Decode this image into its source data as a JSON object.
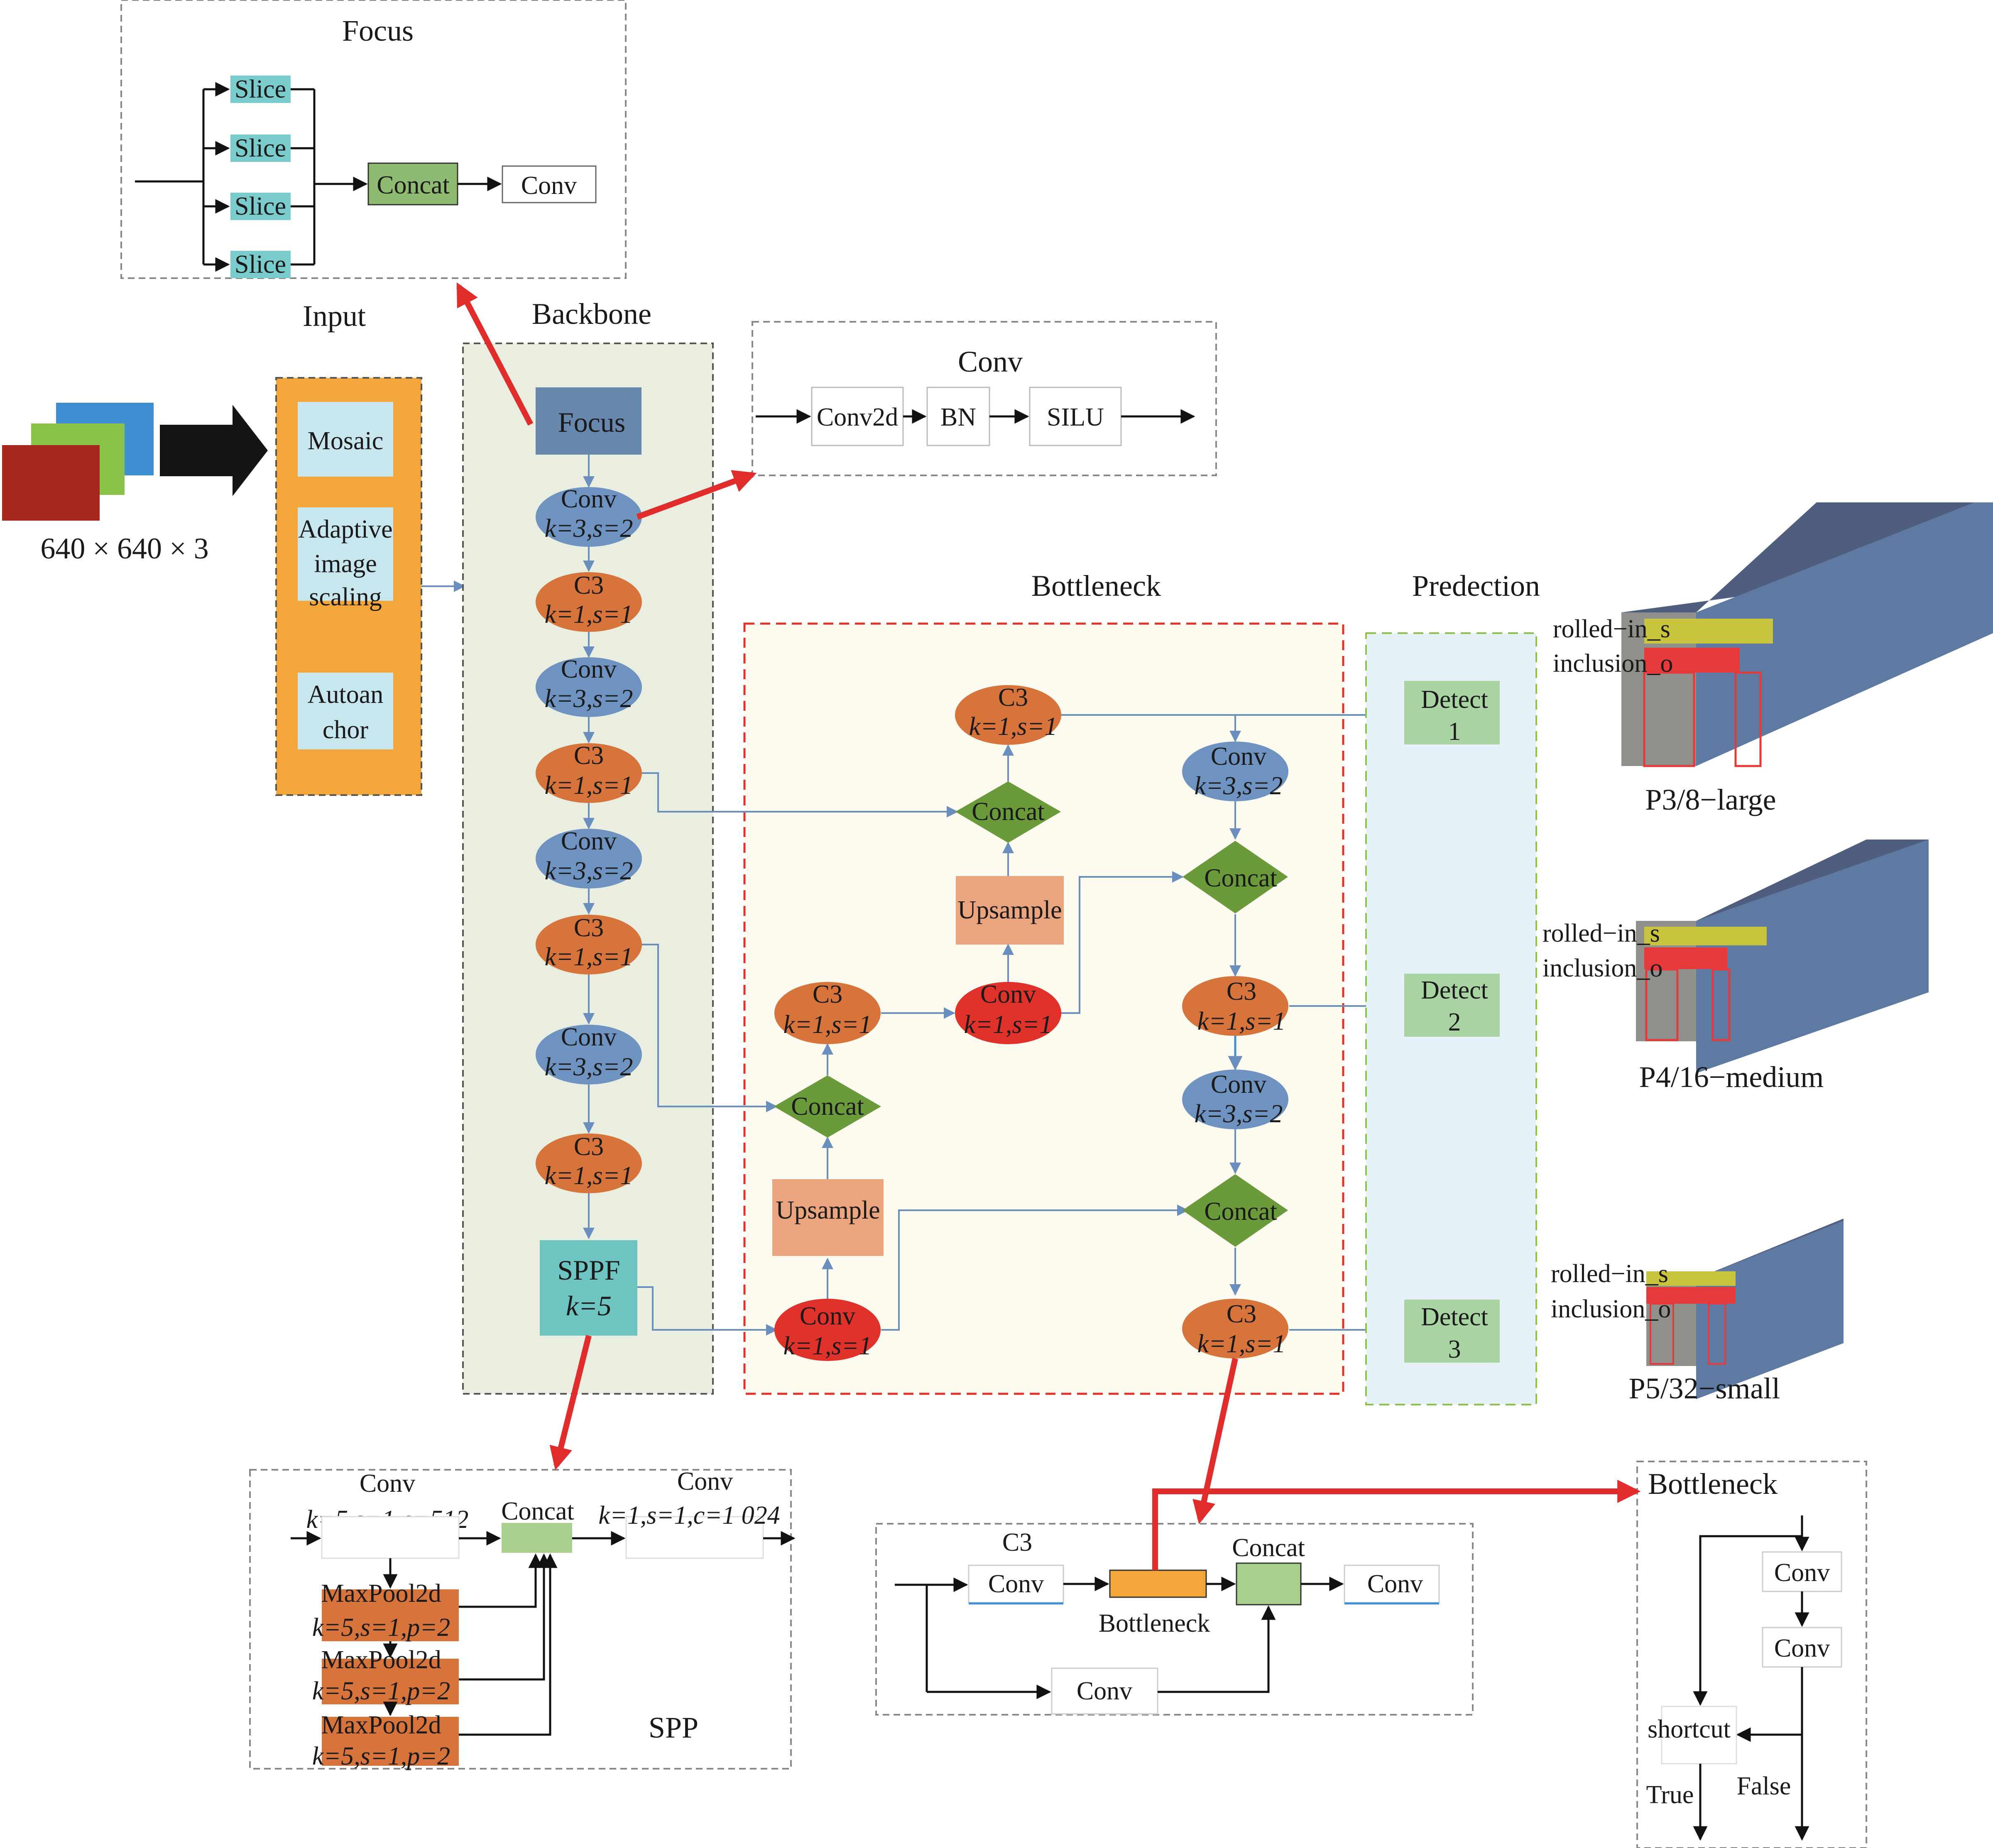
{
  "colors": {
    "input_panel": "#f3a63a",
    "backbone_panel": "#eaeee0",
    "bottleneck_panel": "#fdfaf0",
    "prediction_panel": "#e6f1f8",
    "node_blue": "#6e93c0",
    "node_orange": "#d6743c",
    "node_red": "#e0312a",
    "node_green": "#6b9a3a",
    "node_teal": "#6dc4c0",
    "node_peach": "#eaa47e",
    "detect_box": "#a9d3a2",
    "slice_box": "#7acbcb",
    "arrow_red": "#e12c2c",
    "arrow_blue": "#6a8fbf"
  },
  "sections": {
    "focus": "Focus",
    "input": "Input",
    "backbone": "Backbone",
    "conv": "Conv",
    "bottleneck": "Bottleneck",
    "prediction": "Predection",
    "spp": "SPP"
  },
  "input": {
    "size_label": "640 × 640 × 3",
    "items": [
      "Mosaic",
      "Adaptive",
      "image",
      "scaling",
      "Autoan",
      "chor"
    ]
  },
  "focus_module": {
    "slices": [
      "Slice",
      "Slice",
      "Slice",
      "Slice"
    ],
    "concat": "Concat",
    "conv": "Conv"
  },
  "conv_module": {
    "items": [
      "Conv2d",
      "BN",
      "SILU"
    ]
  },
  "backbone": {
    "focus": "Focus",
    "nodes": [
      {
        "l1": "Conv",
        "l2": "k=3,s=2"
      },
      {
        "l1": "C3",
        "l2": "k=1,s=1"
      },
      {
        "l1": "Conv",
        "l2": "k=3,s=2"
      },
      {
        "l1": "C3",
        "l2": "k=1,s=1"
      },
      {
        "l1": "Conv",
        "l2": "k=3,s=2"
      },
      {
        "l1": "C3",
        "l2": "k=1,s=1"
      },
      {
        "l1": "Conv",
        "l2": "k=3,s=2"
      },
      {
        "l1": "C3",
        "l2": "k=1,s=1"
      }
    ],
    "sppf": {
      "l1": "SPPF",
      "l2": "k=5"
    }
  },
  "neck": {
    "left_conv_bottom": {
      "l1": "Conv",
      "l2": "k=1,s=1"
    },
    "left_upsample": "Upsample",
    "left_concat": "Concat",
    "left_c3": {
      "l1": "C3",
      "l2": "k=1,s=1"
    },
    "mid_conv": {
      "l1": "Conv",
      "l2": "k=1,s=1"
    },
    "mid_upsample": "Upsample",
    "mid_concat": "Concat",
    "mid_c3": {
      "l1": "C3",
      "l2": "k=1,s=1"
    },
    "right_conv_top": {
      "l1": "Conv",
      "l2": "k=3,s=2"
    },
    "right_concat_top": "Concat",
    "right_c3_mid": {
      "l1": "C3",
      "l2": "k=1,s=1"
    },
    "right_conv_mid": {
      "l1": "Conv",
      "l2": "k=3,s=2"
    },
    "right_concat_bottom": "Concat",
    "right_c3_bottom": {
      "l1": "C3",
      "l2": "k=1,s=1"
    }
  },
  "prediction": {
    "detects": [
      {
        "l1": "Detect",
        "l2": "1"
      },
      {
        "l1": "Detect",
        "l2": "2"
      },
      {
        "l1": "Detect",
        "l2": "3"
      }
    ],
    "outputs": [
      {
        "label": "P3/8−large",
        "line1": "rolled−in_s",
        "line2": "inclusion_o"
      },
      {
        "label": "P4/16−medium",
        "line1": "rolled−in_s",
        "line2": "inclusion_o"
      },
      {
        "label": "P5/32−small",
        "line1": "rolled−in_s",
        "line2": "inclusion_o"
      }
    ]
  },
  "spp_module": {
    "conv1": {
      "l1": "Conv",
      "l2": "k=5,s=1,c=512"
    },
    "concat": "Concat",
    "conv2": {
      "l1": "Conv",
      "l2": "k=1,s=1,c=1 024"
    },
    "pools": [
      {
        "l1": "MaxPool2d",
        "l2": "k=5,s=1,p=2"
      },
      {
        "l1": "MaxPool2d",
        "l2": "k=5,s=1,p=2"
      },
      {
        "l1": "MaxPool2d",
        "l2": "k=5,s=1,p=2"
      }
    ]
  },
  "c3_module": {
    "title": "C3",
    "conv_a": "Conv",
    "bottleneck": "Bottleneck",
    "concat": "Concat",
    "conv_out": "Conv",
    "conv_b": "Conv"
  },
  "bottleneck_module": {
    "title": "Bottleneck",
    "conv1": "Conv",
    "conv2": "Conv",
    "shortcut": "shortcut",
    "true_label": "True",
    "false_label": "False"
  }
}
